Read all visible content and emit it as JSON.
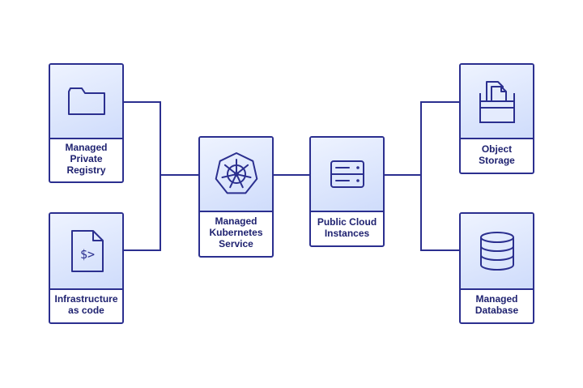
{
  "diagram": {
    "nodes": {
      "registry": {
        "label": "Managed\nPrivate\nRegistry",
        "icon": "folder-icon"
      },
      "iac": {
        "label": "Infrastructure\nas code",
        "icon": "code-file-icon"
      },
      "kubernetes": {
        "label": "Managed\nKubernetes\nService",
        "icon": "kubernetes-helm-icon"
      },
      "instances": {
        "label": "Public Cloud\nInstances",
        "icon": "server-icon"
      },
      "storage": {
        "label": "Object\nStorage",
        "icon": "object-storage-icon"
      },
      "database": {
        "label": "Managed\nDatabase",
        "icon": "database-icon"
      }
    },
    "code_glyph": "$>",
    "colors": {
      "stroke": "#2b2f8f",
      "text": "#1f2270",
      "fill_top": "#eef3ff",
      "fill_bottom": "#cfdcfb"
    }
  }
}
